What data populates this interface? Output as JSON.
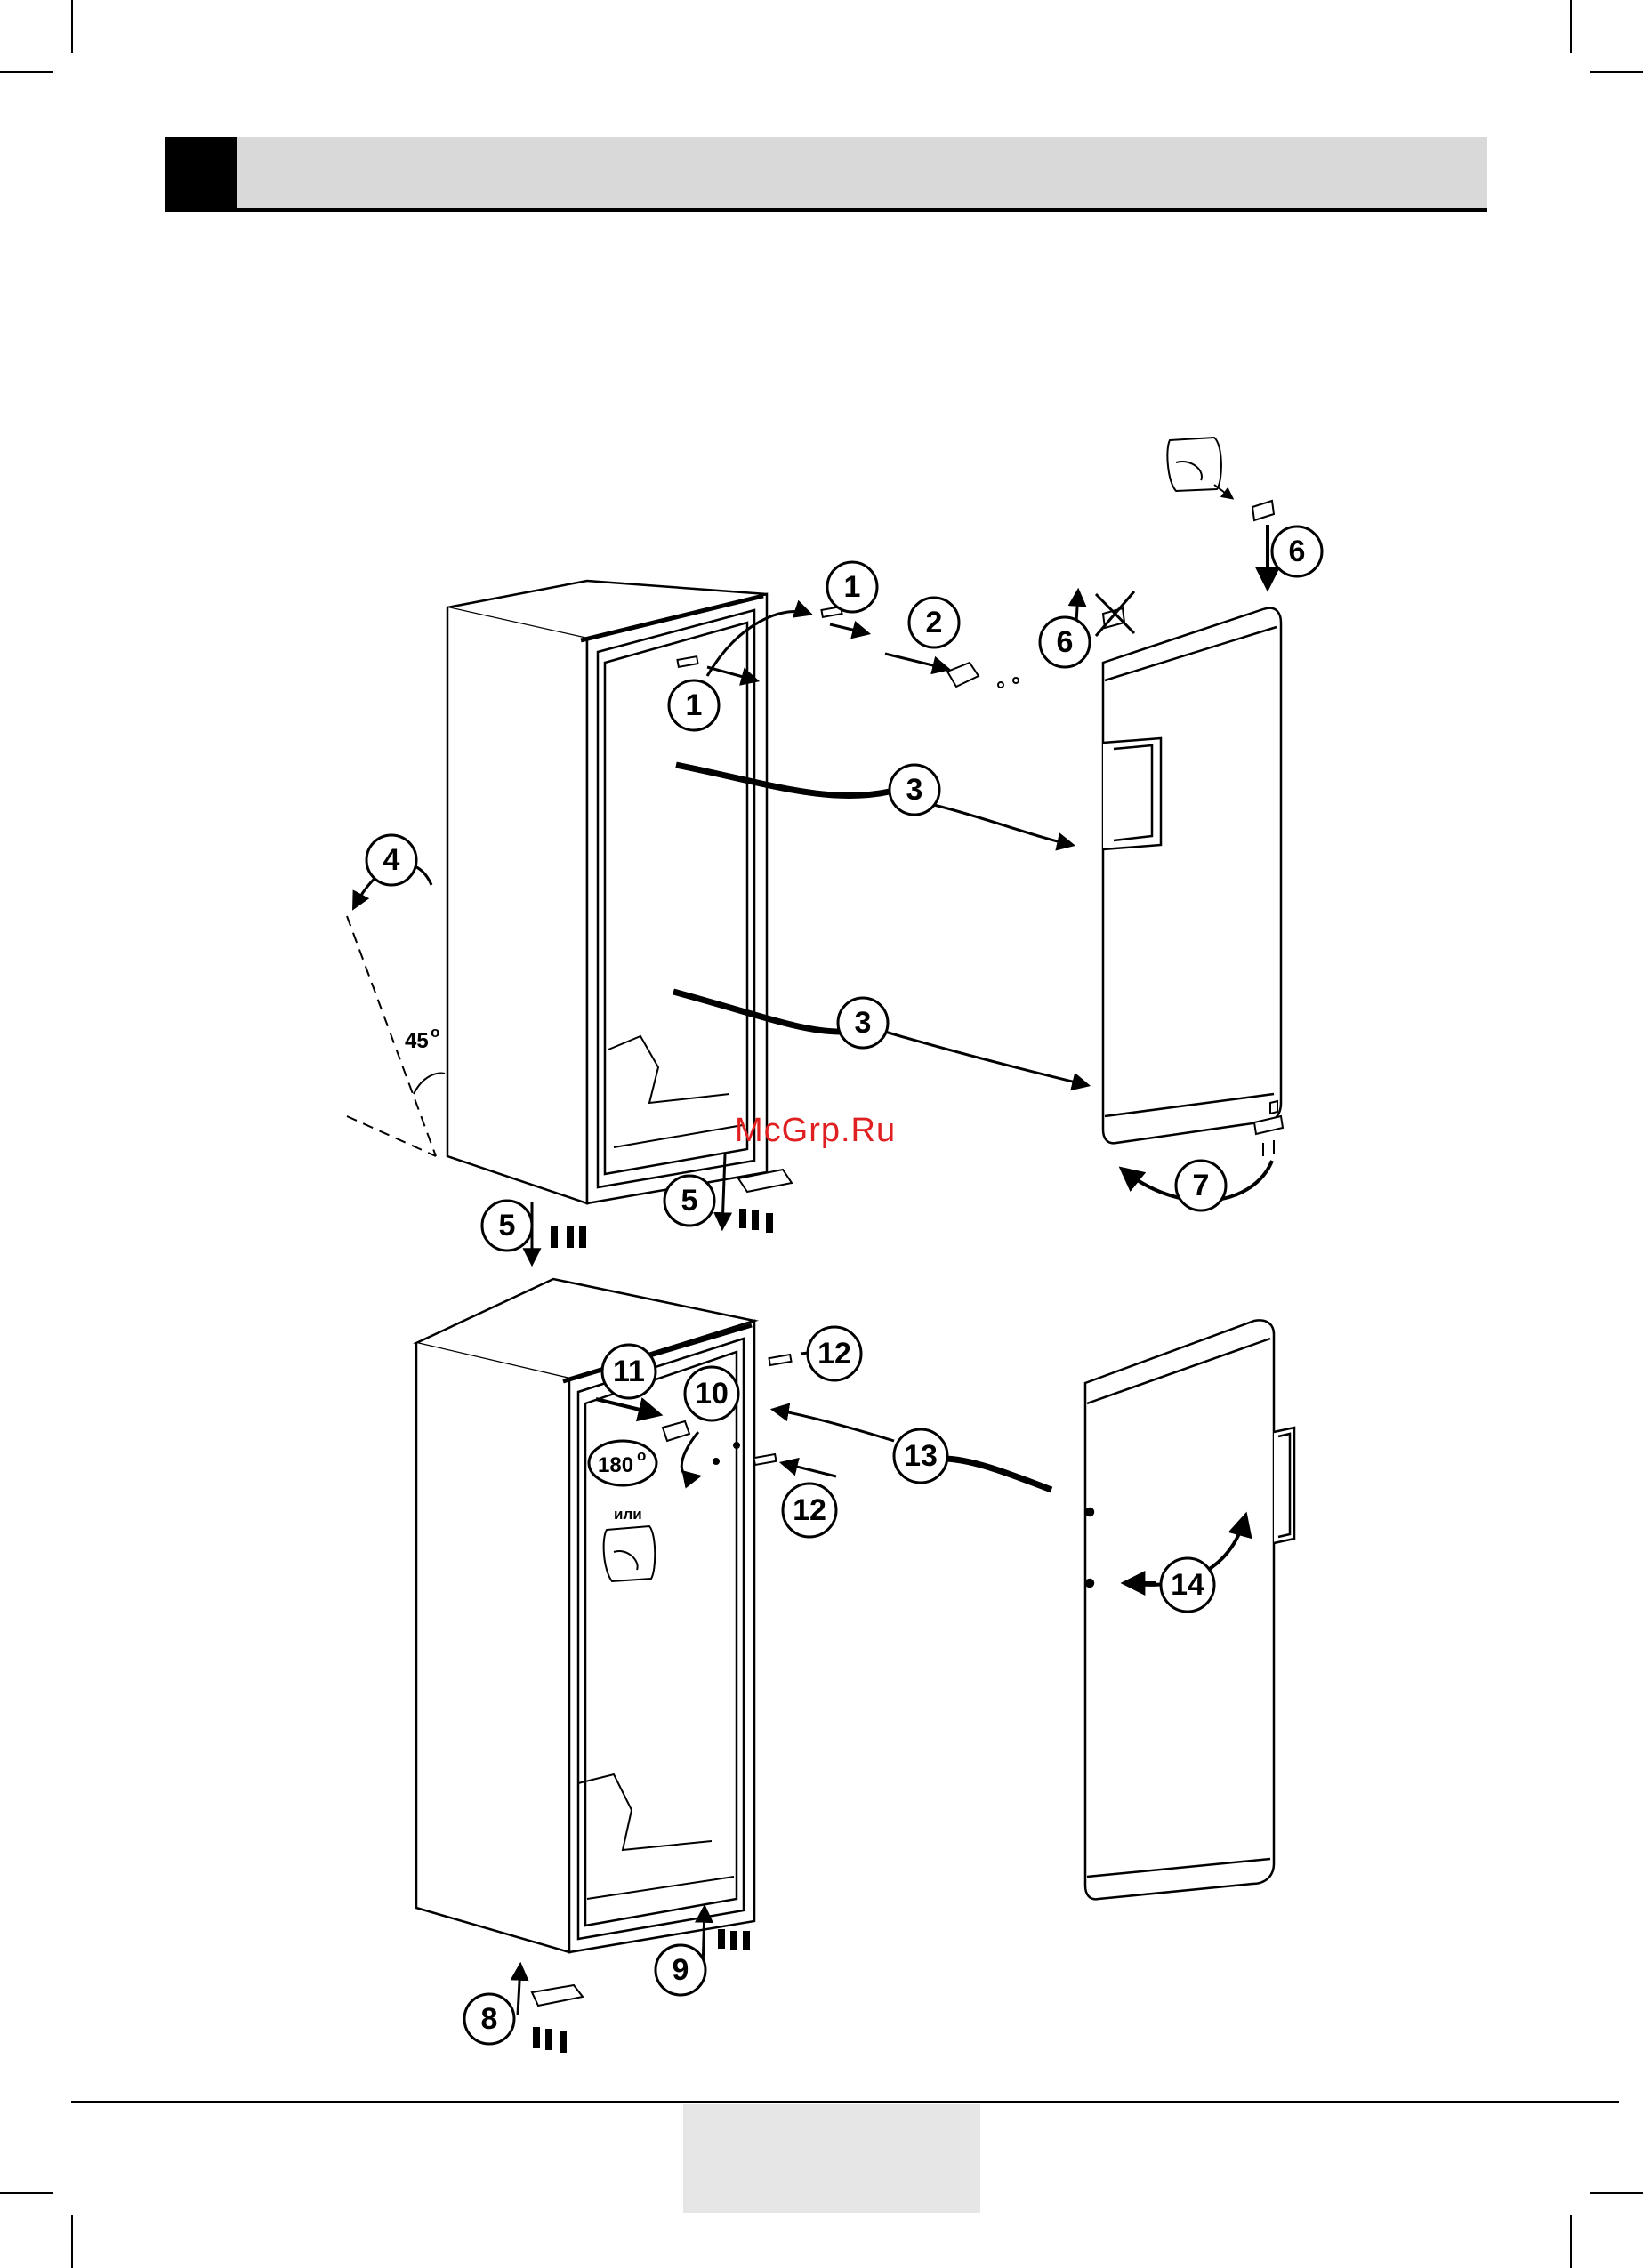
{
  "steps": {
    "s1a": "1",
    "s1b": "1",
    "s2": "2",
    "s3a": "3",
    "s3b": "3",
    "s4": "4",
    "s5a": "5",
    "s5b": "5",
    "s6a": "6",
    "s6b": "6",
    "s7": "7",
    "s8": "8",
    "s9": "9",
    "s10": "10",
    "s11": "11",
    "s12a": "12",
    "s12b": "12",
    "s13": "13",
    "s14": "14"
  },
  "labels": {
    "angle": "45",
    "angle_sup": "o",
    "rotate": "180",
    "rotate_sup": "o",
    "or": "или"
  },
  "watermark": "McGrp.Ru",
  "icons": [
    "bag-of-parts-icon",
    "arrow-icon",
    "screw-icon",
    "hinge-icon",
    "cross-icon"
  ]
}
